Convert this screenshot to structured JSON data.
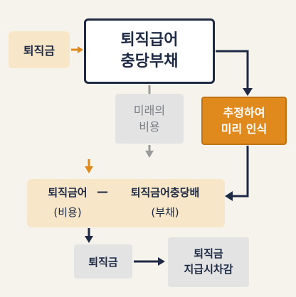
{
  "diagram": {
    "source_box": {
      "label": "퇴직금"
    },
    "main_box": {
      "line1": "퇴직급어",
      "line2": "충당부채"
    },
    "future_cost_box": {
      "line1": "미래의",
      "line2": "비용"
    },
    "estimate_box": {
      "line1": "추정하여",
      "line2": "미리 인식"
    },
    "equation_box": {
      "left_term": "퇴직금어",
      "left_sub": "(비용)",
      "operator": "—",
      "right_term": "퇴직금어충당배",
      "right_sub": "(부채)"
    },
    "payout_box": {
      "label": "퇴직금"
    },
    "result_box": {
      "line1": "퇴직금",
      "line2": "지급시차감"
    }
  },
  "colors": {
    "background": "#f6f3ed",
    "navy": "#1e2a44",
    "orange": "#e08a1e",
    "beige": "#f8e6c9",
    "gray_box": "#e3e3e3",
    "gray_arrow": "#9a9a9a"
  }
}
